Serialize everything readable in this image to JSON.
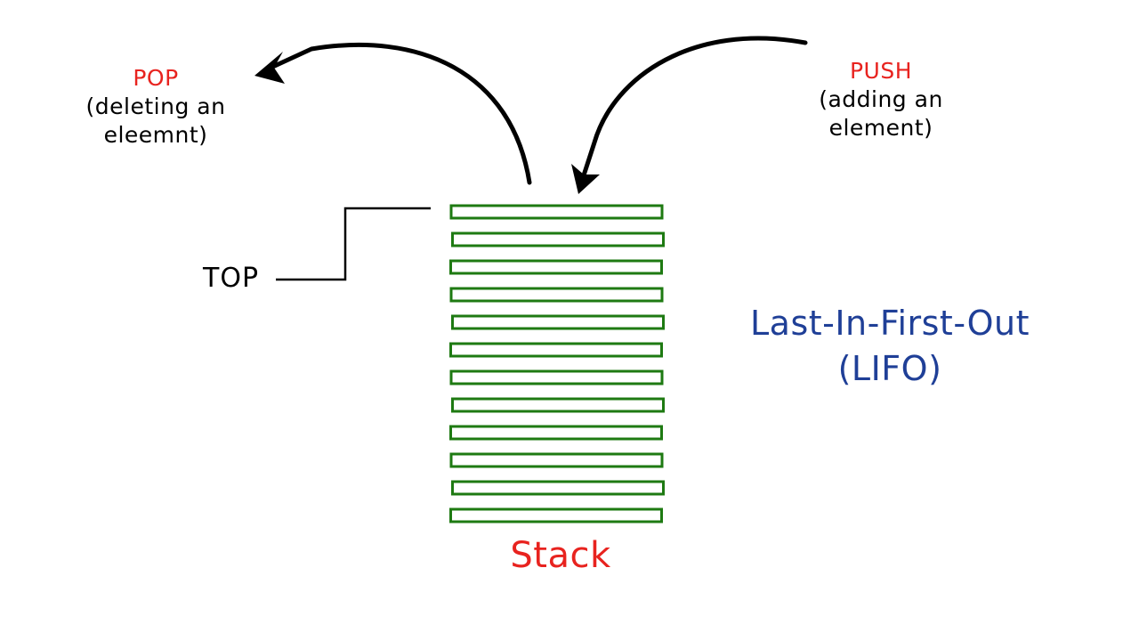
{
  "pop": {
    "title": "POP",
    "lines": [
      "(deleting an",
      "eleemnt)"
    ]
  },
  "push": {
    "title": "PUSH",
    "lines": [
      "(adding an",
      "element)"
    ]
  },
  "top_label": "TOP",
  "lifo": {
    "lines": [
      "Last-In-First-Out",
      "(LIFO)"
    ]
  },
  "stack_caption": "Stack",
  "stack": {
    "element_count": 12,
    "outline_color": "#1e7a12"
  },
  "colors": {
    "operation_title": "#e8231f",
    "caption": "#e8231f",
    "lifo_text": "#1f3f97",
    "arrow": "#000000"
  }
}
